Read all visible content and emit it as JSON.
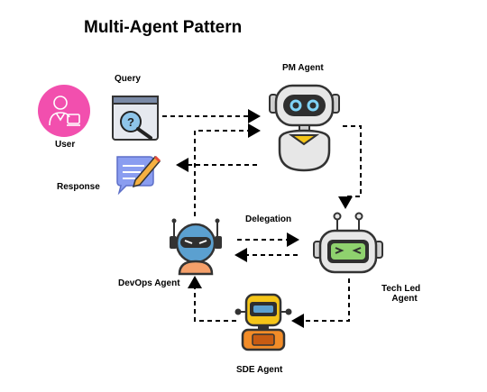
{
  "diagram": {
    "title": "Multi-Agent Pattern",
    "nodes": {
      "user": {
        "label": "User",
        "icon": "user-icon"
      },
      "query": {
        "label": "Query",
        "icon": "search-window-icon"
      },
      "response": {
        "label": "Response",
        "icon": "pencil-note-icon"
      },
      "pm": {
        "label": "PM Agent",
        "icon": "robot-head-icon"
      },
      "devops": {
        "label": "DevOps Agent",
        "icon": "robot-antenna-icon"
      },
      "techlead": {
        "label_line1": "Tech Led",
        "label_line2": "Agent",
        "icon": "robot-green-icon"
      },
      "sde": {
        "label": "SDE Agent",
        "icon": "robot-orange-icon"
      }
    },
    "edges": {
      "delegation": "Delegation"
    },
    "colors": {
      "user_circle": "#f24fae",
      "devops_face": "#5ba0d0",
      "techlead_screen": "#8fd26e",
      "sde_body": "#f28c28",
      "sde_head": "#f5c518",
      "pm_eyes": "#7fd3f7",
      "robot_dark": "#2f2f2f"
    }
  }
}
